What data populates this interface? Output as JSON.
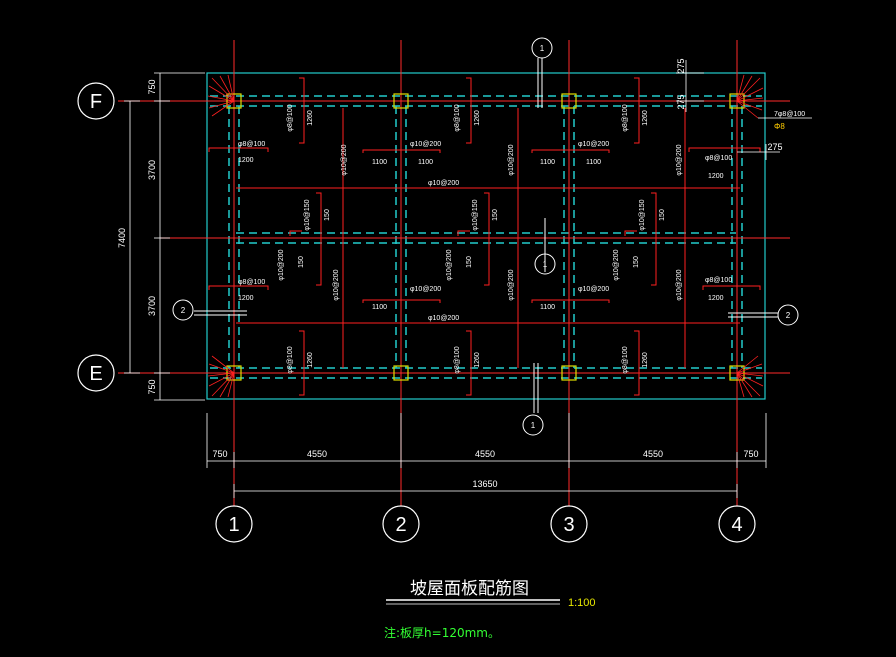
{
  "colors": {
    "background": "#000000",
    "axis_line": "#ff2a2a",
    "slab_outline": "#22cccc",
    "beam_dash": "#22cccc",
    "rebar": "#ff2020",
    "dimension": "#ffffff",
    "column": "#e0e000",
    "title": "#ffffff",
    "scale": "#e8e800",
    "note": "#33ff33"
  },
  "axes": {
    "vertical": [
      "1",
      "2",
      "3",
      "4"
    ],
    "horizontal": [
      "F",
      "E"
    ]
  },
  "dimensions": {
    "top_left_edge": "750",
    "left_upper_bay": "3700",
    "left_lower_bay": "3700",
    "bottom_left_edge": "750",
    "left_total": "7400",
    "bottom_segments": [
      "750",
      "4550",
      "4550",
      "4550",
      "750"
    ],
    "bottom_total": "13650",
    "top_right_275_a": "275",
    "top_right_275_b": "275",
    "right_275": "275"
  },
  "rebar_labels": {
    "phi8_100": "φ8@100",
    "phi10_200": "φ10@200",
    "phi10_150": "φ10@150",
    "len_1260": "1260",
    "len_1200": "1200",
    "len_1100": "1100",
    "len_150": "150",
    "corner_bars": "7φ8@100",
    "corner_note": "Φ8"
  },
  "section_marks": {
    "top": "1",
    "bottom": "1",
    "left": "2",
    "right": "2",
    "center": "1"
  },
  "title": {
    "name": "坡屋面板配筋图",
    "scale": "1:100"
  },
  "note": "注:板厚h=120mm。"
}
